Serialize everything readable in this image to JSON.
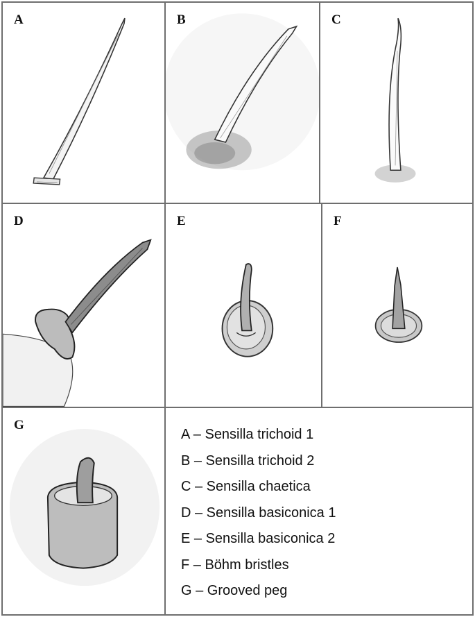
{
  "panels": {
    "a": {
      "letter": "A"
    },
    "b": {
      "letter": "B"
    },
    "c": {
      "letter": "C"
    },
    "d": {
      "letter": "D"
    },
    "e": {
      "letter": "E"
    },
    "f": {
      "letter": "F"
    },
    "g": {
      "letter": "G"
    }
  },
  "legend": {
    "items": [
      "A – Sensilla trichoid 1",
      "B – Sensilla trichoid 2",
      "C – Sensilla chaetica",
      "D – Sensilla basiconica 1",
      "E – Sensilla basiconica 2",
      "F – Böhm bristles",
      "G – Grooved peg"
    ]
  }
}
